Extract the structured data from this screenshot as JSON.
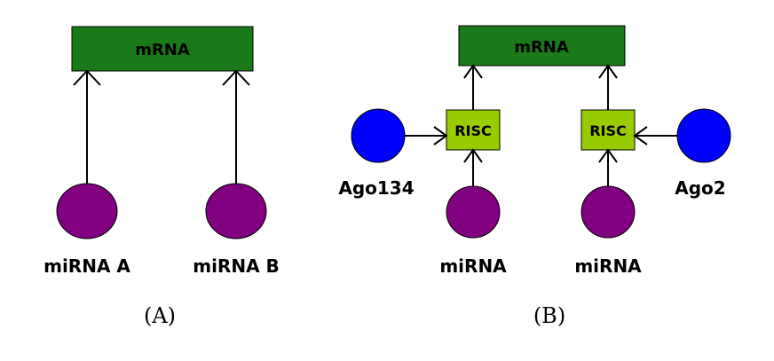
{
  "colors": {
    "mrna_fill": "#1a7a1a",
    "risc_fill": "#99cc00",
    "protein_fill": "#0000ff",
    "mirna_fill": "#800080",
    "edge": "#000000"
  },
  "panel_a": {
    "caption": "(A)",
    "mrna_label": "mRNA",
    "mirna_a_label": "miRNA A",
    "mirna_b_label": "miRNA B"
  },
  "panel_b": {
    "caption": "(B)",
    "mrna_label": "mRNA",
    "risc_left_label": "RISC",
    "risc_right_label": "RISC",
    "ago_left_label": "Ago134",
    "ago_right_label": "Ago2",
    "mirna_left_label": "miRNA",
    "mirna_right_label": "miRNA"
  }
}
